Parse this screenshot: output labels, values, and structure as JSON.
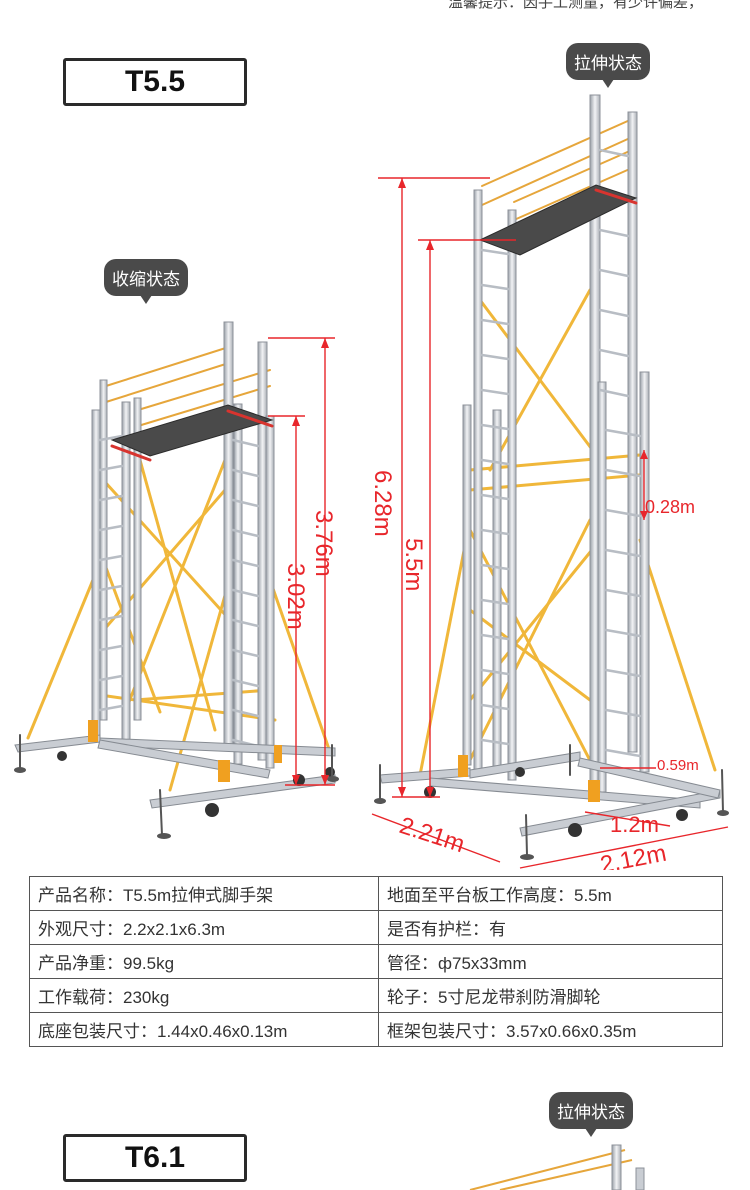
{
  "top_note": "温馨提示：因手工测量，有少许偏差，",
  "section1": {
    "model": "T5.5",
    "label_collapsed": "收缩状态",
    "label_extended": "拉伸状态",
    "collapsed_dims": {
      "height_total": "3.76m",
      "height_platform": "3.02m"
    },
    "extended_dims": {
      "height_total": "6.28m",
      "height_platform": "5.5m",
      "ext_gap": "0.28m",
      "width_small": "0.59m",
      "base_depth": "1.2m",
      "length_left": "2.21m",
      "length_right": "2.12m"
    }
  },
  "specs": [
    [
      "产品名称：T5.5m拉伸式脚手架",
      "地面至平台板工作高度：5.5m"
    ],
    [
      "外观尺寸：2.2x2.1x6.3m",
      "是否有护栏：有"
    ],
    [
      "产品净重：99.5kg",
      "管径：ф75x33mm"
    ],
    [
      "工作载荷：230kg",
      "轮子：5寸尼龙带刹防滑脚轮"
    ],
    [
      "底座包装尺寸：1.44x0.46x0.13m",
      "框架包装尺寸：3.57x0.66x0.35m"
    ]
  ],
  "section2": {
    "model": "T6.1",
    "label_extended": "拉伸状态"
  },
  "colors": {
    "dimension": "#e8262b",
    "brace": "#f0b73a",
    "aluminium": "#c9cdd3",
    "platform": "#4a4a4a"
  }
}
